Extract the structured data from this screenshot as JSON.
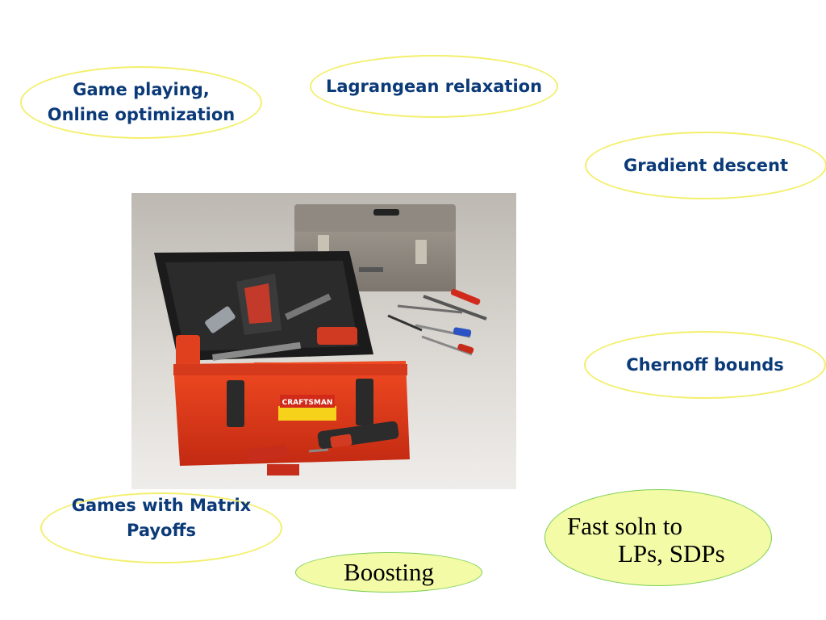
{
  "slide": {
    "ovals": {
      "game_playing": "Game playing,\nOnline optimization",
      "lagrangean": "Lagrangean relaxation",
      "gradient": "Gradient descent",
      "chernoff": "Chernoff bounds",
      "matrix_games": "Games with Matrix\nPayoffs",
      "fast_soln_line1": "Fast soln to",
      "fast_soln_line2": "LPs, SDPs",
      "boosting": "Boosting"
    },
    "toolbox_brand": "CRAFTSMAN",
    "colors": {
      "oval_outline": "#f3ef6c",
      "highlight_fill": "#f3fba6",
      "highlight_outline": "#7ccf54",
      "label_blue": "#0b3a78",
      "toolbox_red": "#e2381c"
    },
    "image": "toolbox-photo"
  }
}
